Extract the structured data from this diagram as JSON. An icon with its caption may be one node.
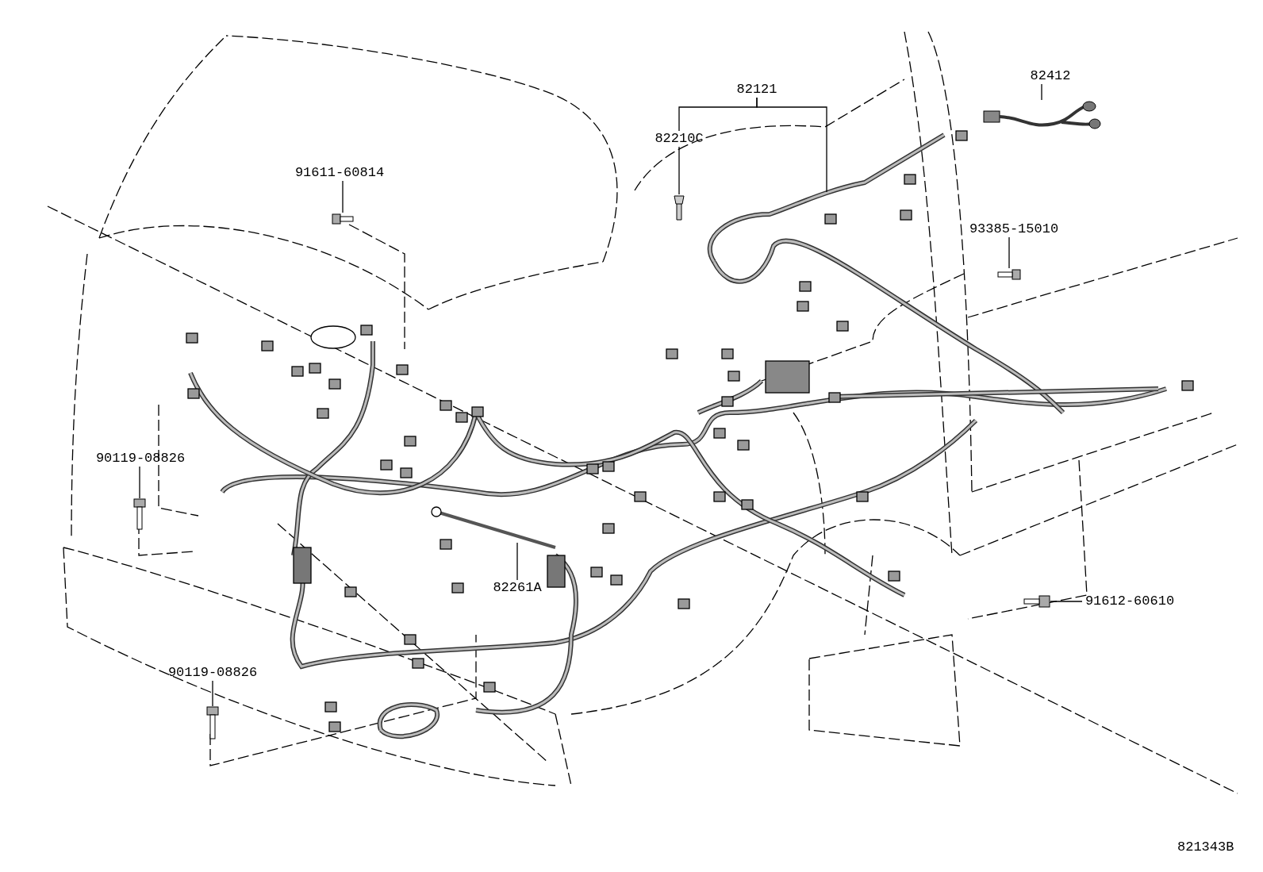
{
  "diagram": {
    "nodes": [
      {
        "text": [
          "82121"
        ]
      },
      {
        "text": [
          "82210C"
        ]
      },
      {
        "text": [
          "82412"
        ]
      },
      {
        "text": [
          "91611-60814"
        ]
      },
      {
        "text": [
          "93385-15010"
        ]
      },
      {
        "text": [
          "90119-08826"
        ]
      },
      {
        "text": [
          "90119-08826"
        ]
      },
      {
        "text": [
          "91612-60610"
        ]
      },
      {
        "text": [
          "82261A"
        ]
      },
      {
        "text": [],
        "shape": "picture"
      },
      {
        "text": [],
        "shape": "picture"
      },
      {
        "text": [],
        "shape": "picture"
      },
      {
        "text": [],
        "shape": "picture"
      },
      {
        "text": [],
        "shape": "picture"
      },
      {
        "text": [],
        "shape": "picture"
      },
      {
        "text": [],
        "shape": "picture"
      }
    ],
    "edges": [
      {
        "from": 0,
        "to": null,
        "arrow": "none"
      },
      {
        "from": 0,
        "to": 1,
        "arrow": "none"
      },
      {
        "from": 1,
        "to": 9,
        "arrow": "none"
      },
      {
        "from": 2,
        "to": 10,
        "arrow": "none"
      },
      {
        "from": 3,
        "to": 11,
        "arrow": "none"
      },
      {
        "from": 4,
        "to": 12,
        "arrow": "none"
      },
      {
        "from": 5,
        "to": 13,
        "arrow": "none"
      },
      {
        "from": 6,
        "to": 14,
        "arrow": "none"
      },
      {
        "from": 7,
        "to": 15,
        "arrow": "none"
      },
      {
        "from": 8,
        "to": null,
        "arrow": "none"
      }
    ],
    "labels": [
      "821343B"
    ]
  }
}
